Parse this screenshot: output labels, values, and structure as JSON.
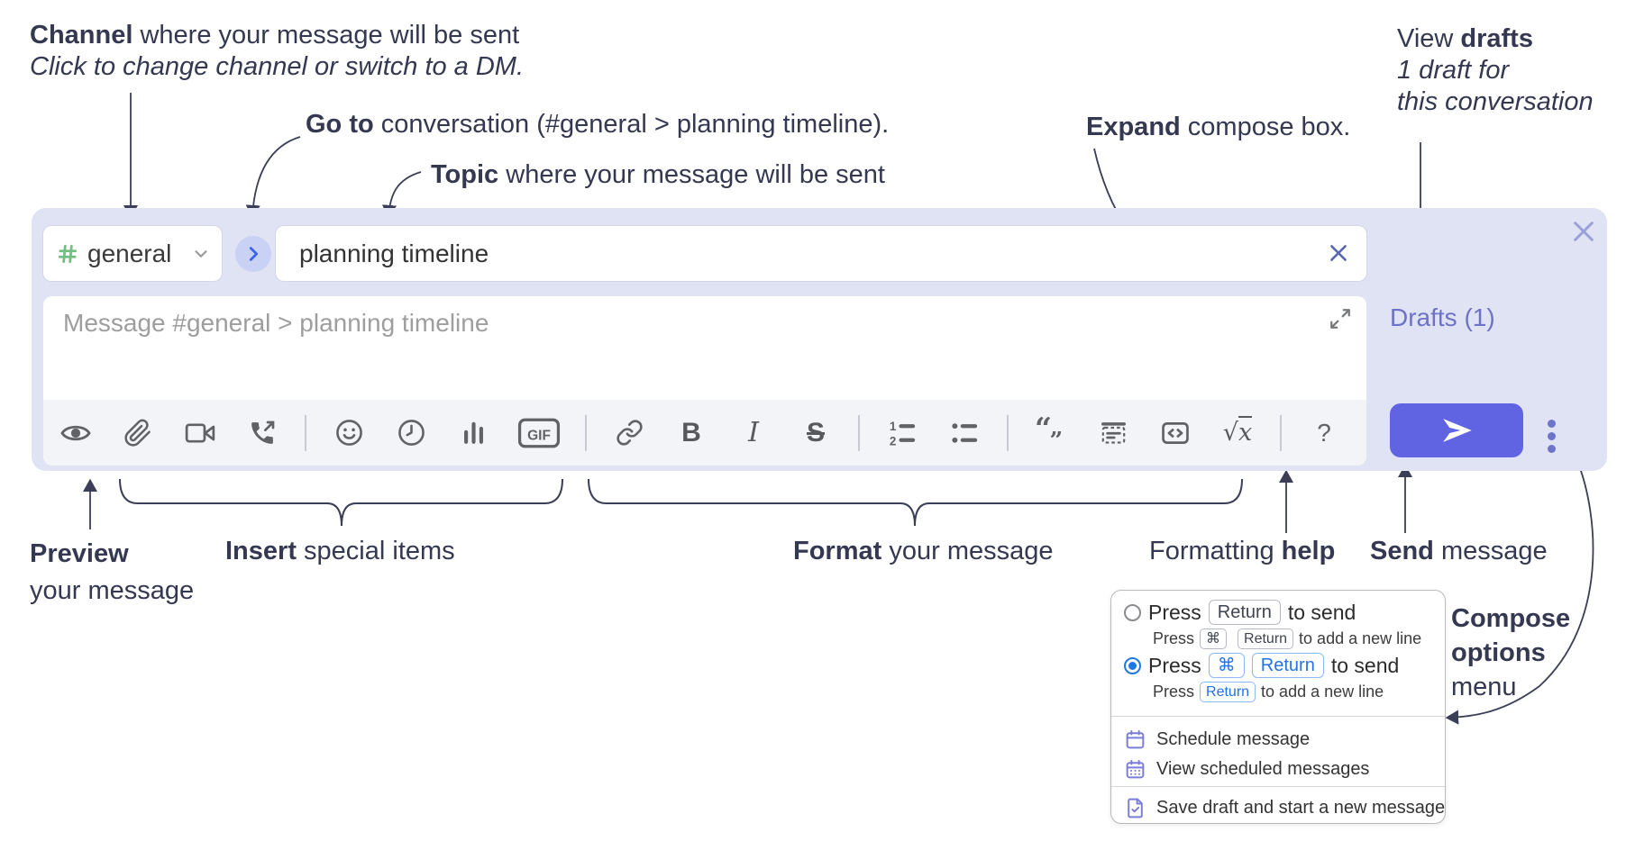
{
  "annotations": {
    "channel_line1_bold": "Channel",
    "channel_line1_rest": " where your message will be sent",
    "channel_line2": "Click to change channel or switch to a DM.",
    "goto_bold": "Go to",
    "goto_rest": " conversation (#general > planning timeline).",
    "topic_bold": "Topic",
    "topic_rest": " where your message will be sent",
    "expand_bold": "Expand",
    "expand_rest": " compose box.",
    "drafts_pre": "View ",
    "drafts_bold": "drafts",
    "drafts_line2": "1 draft for",
    "drafts_line3": "this conversation",
    "preview_bold": "Preview",
    "preview_line2": "your message",
    "insert_bold": "Insert",
    "insert_rest": " special items",
    "format_bold": "Format",
    "format_rest": " your message",
    "help_pre": "Formatting ",
    "help_bold": "help",
    "send_bold": "Send",
    "send_rest": " message",
    "compose_options_line1": "Compose",
    "compose_options_line2": "options",
    "compose_options_line3": "menu"
  },
  "compose": {
    "channel": "general",
    "topic_value": "planning timeline",
    "message_placeholder": "Message #general > planning timeline",
    "drafts_link": "Drafts (1)",
    "bold_label": "B",
    "italic_label": "I",
    "strike_label": "S",
    "gif_label": "GIF",
    "math_sqrt": "√",
    "math_x": "x",
    "help_label": "?",
    "numbered_1": "1",
    "numbered_2": "2",
    "quote_open": "“",
    "quote_close": "”",
    "toolbar_icons": [
      "preview",
      "attach-file",
      "video-call",
      "voice-call",
      "emoji",
      "time",
      "poll",
      "gif",
      "link",
      "bold",
      "italic",
      "strikethrough",
      "numbered-list",
      "bulleted-list",
      "quote",
      "spoiler",
      "code",
      "math",
      "help"
    ]
  },
  "popup": {
    "press": "Press",
    "key_return": "Return",
    "key_cmd": "⌘",
    "to_send": "to send",
    "to_new_line": "to add a new line",
    "schedule": "Schedule message",
    "view_scheduled": "View scheduled messages",
    "save_draft": "Save draft and start a new message"
  },
  "colors": {
    "send_button": "#6064e3",
    "compose_bg": "#e0e3f4",
    "toolbar_bg": "#f3f4f8",
    "drafts_link": "#6d72c7",
    "hash_green": "#72bf82",
    "radio_blue": "#1f78e8",
    "keycap_blue": "#2472e6",
    "purple_icon": "#7a7ed8",
    "annotation_text": "#343850",
    "icon_gray": "#606266"
  }
}
